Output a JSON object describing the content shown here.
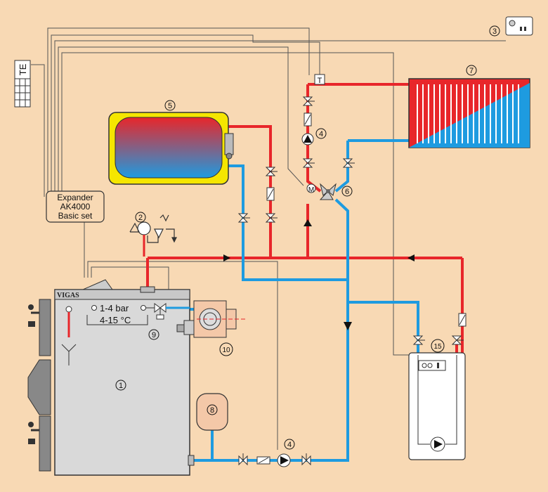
{
  "expander": {
    "line1": "Expander",
    "line2": "AK4000",
    "line3": "Basic set"
  },
  "te_label": "TE",
  "boiler_brand": "VIGAS",
  "pressure_range": "1-4 bar",
  "temp_range": "4-15 °C",
  "thermostat_t": "T",
  "mixing_motor": "M",
  "numbers": {
    "n1": "1",
    "n2": "2",
    "n3": "3",
    "n4a": "4",
    "n4b": "4",
    "n5": "5",
    "n6": "6",
    "n7": "7",
    "n8": "8",
    "n9": "9",
    "n10": "10",
    "n15": "15"
  },
  "colors": {
    "background": "#f8d9b4",
    "hot": "#e8262a",
    "cold": "#1e9be0",
    "tank_shell": "#f5e600",
    "boiler": "#d9d9d9"
  }
}
